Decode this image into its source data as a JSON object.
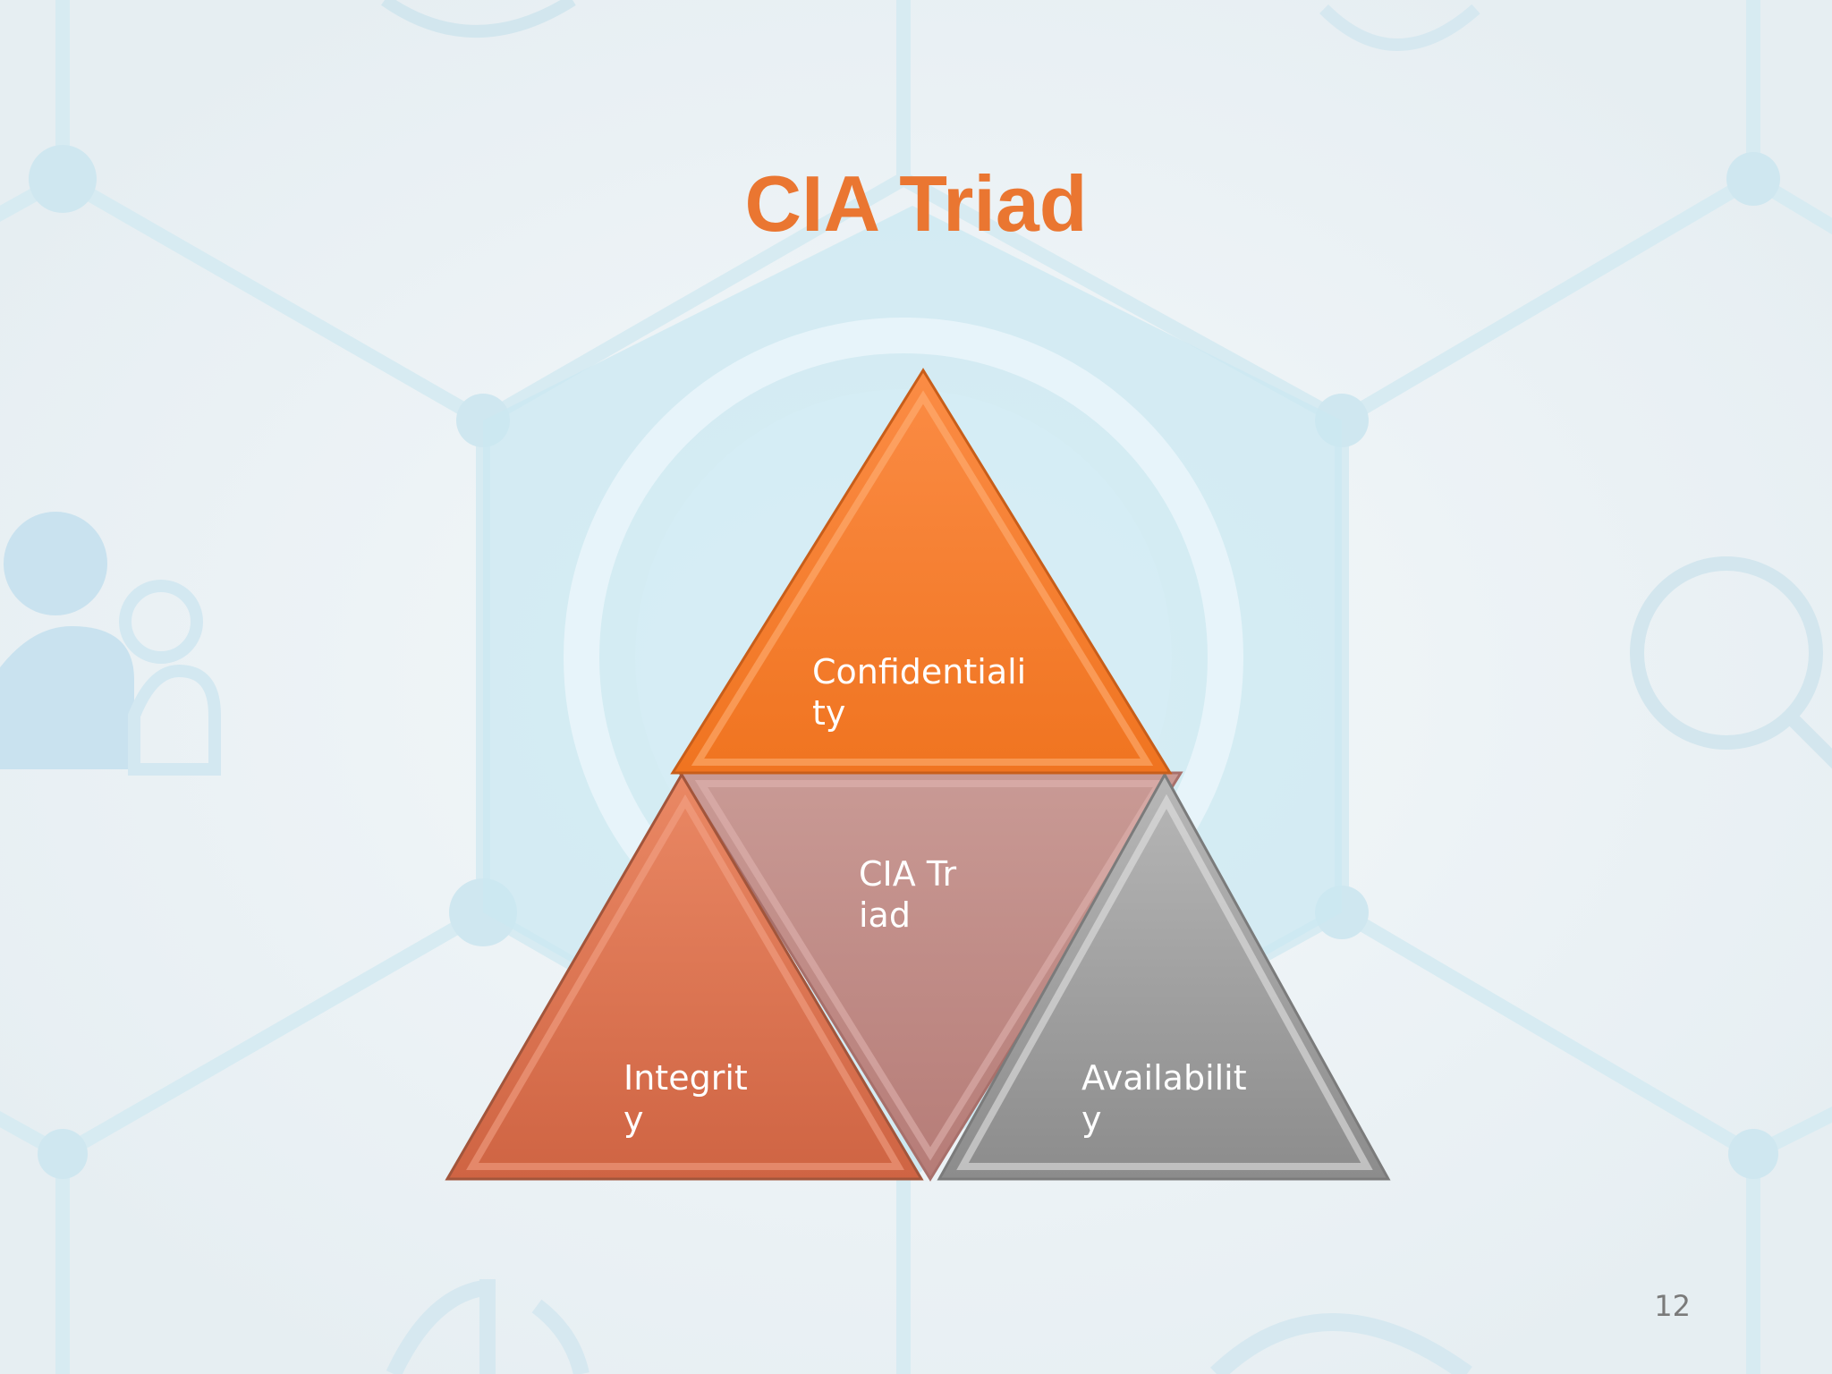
{
  "slide": {
    "title": "CIA Triad",
    "page_number": "12"
  },
  "diagram": {
    "type": "triangle-pyramid",
    "triangles": [
      {
        "id": "top",
        "label": "Confidentiality",
        "color": "#f57d2c"
      },
      {
        "id": "center",
        "label": "CIA Triad",
        "color": "#c08884"
      },
      {
        "id": "left",
        "label": "Integrity",
        "color": "#dd7049"
      },
      {
        "id": "right",
        "label": "Availability",
        "color": "#9a9a9a"
      }
    ]
  },
  "colors": {
    "title": "#ea7631",
    "background": "#eef3f6",
    "background_accent": "#c7e6ef"
  },
  "background_icons": [
    "globe-icon",
    "gear-icon",
    "users-icon",
    "search-icon",
    "wifi-icon",
    "power-icon",
    "hexagon-network"
  ]
}
